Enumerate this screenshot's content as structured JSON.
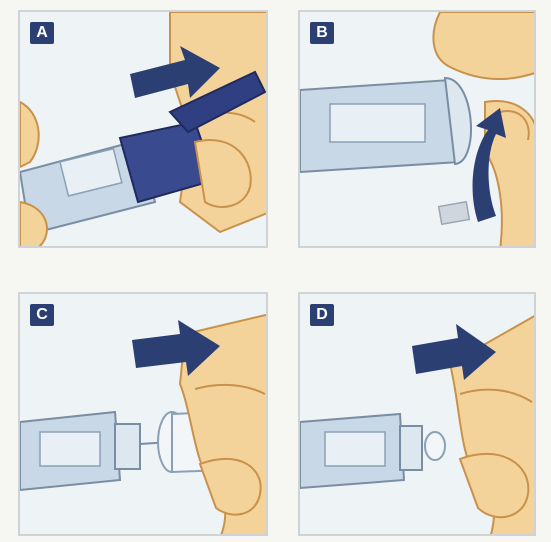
{
  "panels": [
    {
      "id": "a",
      "label": "A",
      "step": "pull-off-pen-cap"
    },
    {
      "id": "b",
      "label": "B",
      "step": "remove-needle-tab"
    },
    {
      "id": "c",
      "label": "C",
      "step": "screw-on-needle"
    },
    {
      "id": "d",
      "label": "D",
      "step": "pull-off-needle-cap"
    }
  ],
  "colors": {
    "arrow": "#2b3f73",
    "skin": "#f4d39b",
    "skin_shadow": "#dfae69",
    "pen": "#c9d8e6",
    "pen_cap": "#3a4a8f",
    "background": "#eef3f6"
  }
}
